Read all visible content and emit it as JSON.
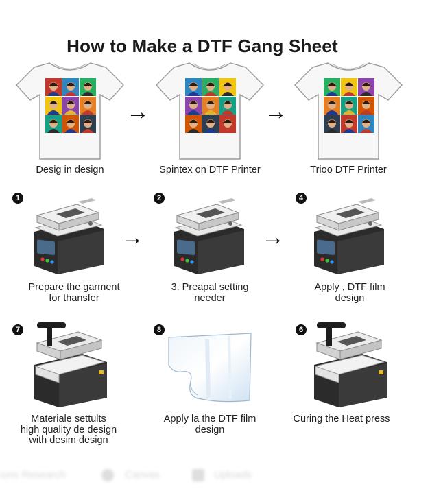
{
  "title": "How to Make a DTF Gang Sheet",
  "row1": [
    {
      "caption": "Desig in design"
    },
    {
      "caption": "Spintex on DTF Printer"
    },
    {
      "caption": "Trioo DTF Printer"
    }
  ],
  "row2": [
    {
      "badge": "1",
      "caption_l1": "Prepare the garment",
      "caption_l2": "for thansfer"
    },
    {
      "badge": "2",
      "caption_l1": "3. Preapal setting",
      "caption_l2": "needer"
    },
    {
      "badge": "4",
      "caption_l1": "Apply , DTF film",
      "caption_l2": "design"
    }
  ],
  "row3": [
    {
      "badge": "7",
      "caption_l1": "Materiale settults",
      "caption_l2": "high quality de design",
      "caption_l3": "with desim design"
    },
    {
      "badge": "8",
      "caption_l1": "Apply la the DTF film",
      "caption_l2": "design"
    },
    {
      "badge": "6",
      "caption_l1": "Curing the Heat press"
    }
  ],
  "arrow_glyph": "→",
  "ghost_text": [
    "ions Research",
    "Canvas",
    "Uploads"
  ],
  "colors": {
    "accent": "#111111",
    "shirt": "#f7f7f7",
    "press_dark": "#2b2b2b",
    "film": "#cfe2f3"
  }
}
